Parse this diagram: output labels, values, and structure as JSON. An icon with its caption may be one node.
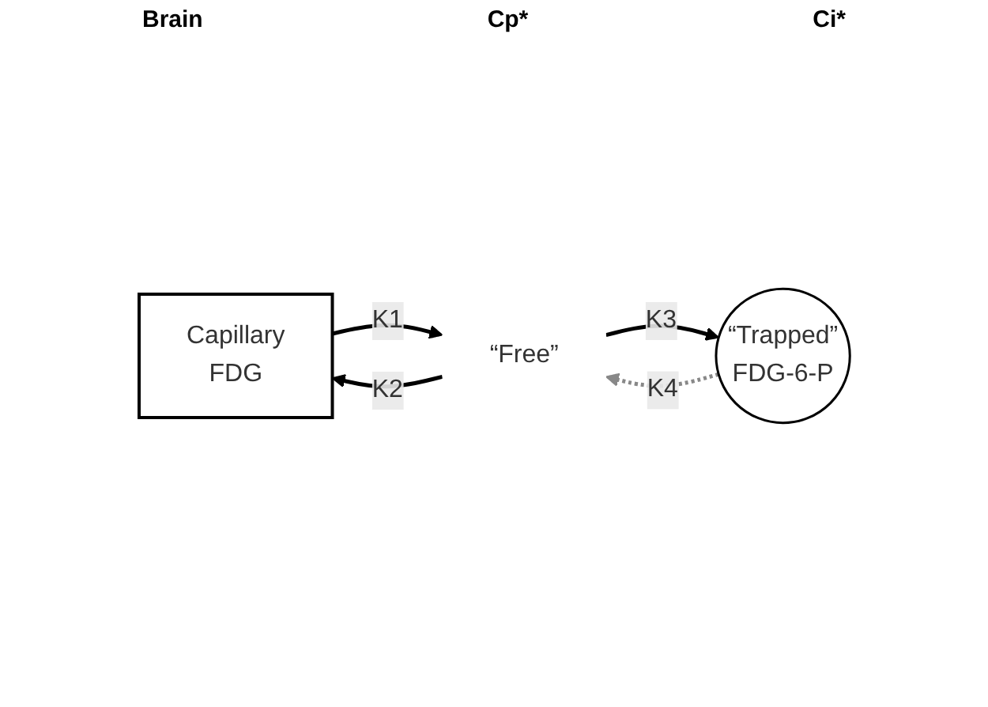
{
  "diagram": {
    "nodes": [
      {
        "text": [
          "Capillary",
          "FDG"
        ]
      },
      {
        "text": [
          "“Free”"
        ]
      },
      {
        "text": [
          "“Trapped”",
          "FDG-6-P"
        ]
      }
    ],
    "edges": [
      {
        "from": 0,
        "to": 1,
        "arrow": "to",
        "label": "K1"
      },
      {
        "from": 1,
        "to": 0,
        "arrow": "to",
        "label": "K2"
      },
      {
        "from": 1,
        "to": 2,
        "arrow": "to",
        "label": "K3"
      },
      {
        "from": 2,
        "to": 1,
        "arrow": "to",
        "label": "K4",
        "style": "dashed",
        "color": "#888888"
      }
    ],
    "labels": [
      "Brain",
      "Cp*",
      "Ci*"
    ]
  }
}
